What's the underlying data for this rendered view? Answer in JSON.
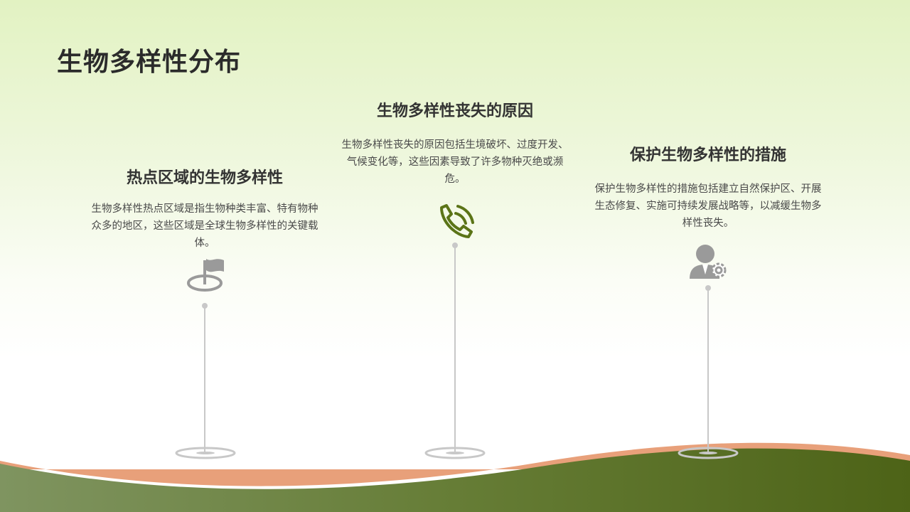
{
  "title": "生物多样性分布",
  "columns": [
    {
      "heading": "热点区域的生物多样性",
      "text": "生物多样性热点区域是指生物种类丰富、特有物种众多的地区，这些区域是全球生物多样性的关键载体。",
      "icon": "flag-icon"
    },
    {
      "heading": "生物多样性丧失的原因",
      "text": "生物多样性丧失的原因包括生境破坏、过度开发、气候变化等，这些因素导致了许多物种灭绝或濒危。",
      "icon": "phone-icon"
    },
    {
      "heading": "保护生物多样性的措施",
      "text": "保护生物多样性的措施包括建立自然保护区、开展生态修复、实施可持续发展战略等，以减缓生物多样性丧失。",
      "icon": "person-gear-icon"
    }
  ],
  "colors": {
    "accent_green": "#5b7417",
    "hill_dark": "#4d6317",
    "hill_light": "#7f9460",
    "orange_band": "#e8a07a",
    "pole_gray": "#c8c8c8"
  }
}
